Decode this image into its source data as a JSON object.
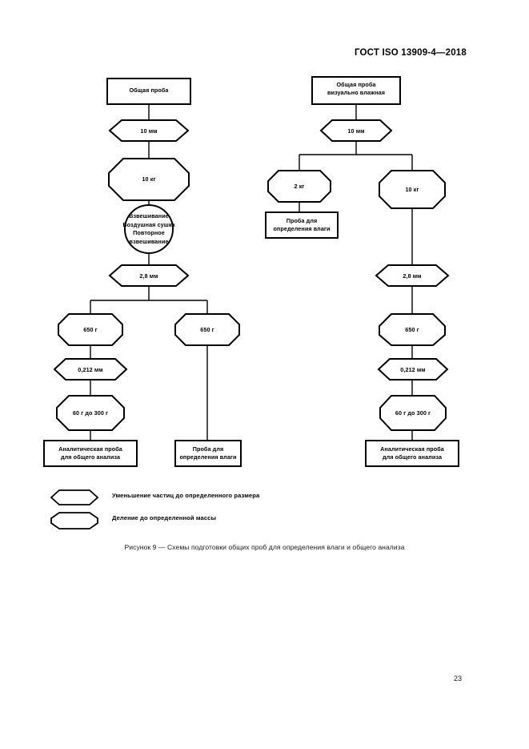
{
  "document": {
    "header": "ГОСТ ISO 13909-4—2018",
    "page_number": "23",
    "caption": "Рисунок 9 — Схемы подготовки общих проб для определения влаги и общего анализа"
  },
  "colors": {
    "stroke": "#000000",
    "fill": "#ffffff",
    "text": "#000000",
    "caption_text": "#1a1a1a"
  },
  "diagram": {
    "left_scheme": {
      "nodes": {
        "gross_sample": "Общая проба",
        "crush_10mm": "10 мм",
        "divide_10kg": "10 кг",
        "weigh_dry_reweigh": "Взвешивание\nВоздушная сушка\nПовторное\nвзвешивание",
        "crush_28mm": "2,8 мм",
        "divide_650g_left": "650 г",
        "divide_650g_right": "650 г",
        "crush_0212mm": "0,212 мм",
        "divide_60_300g": "60 г до 300 г",
        "analysis_sample": "Аналитическая проба\nдля общего анализа",
        "moisture_sample": "Проба для\nопределения влаги"
      }
    },
    "right_scheme": {
      "nodes": {
        "gross_sample_wet": "Общая проба\nвизуально влажная",
        "crush_10mm": "10 мм",
        "divide_2kg": "2 кг",
        "divide_10kg": "10 кг",
        "moisture_sample": "Проба для\nопределения влаги",
        "crush_28mm": "2,8 мм",
        "divide_650g": "650 г",
        "crush_0212mm": "0,212 мм",
        "divide_60_300g": "60 г до 300 г",
        "analysis_sample": "Аналитическая проба\nдля общего анализа"
      }
    }
  },
  "legend": {
    "items": [
      {
        "shape": "hexagon",
        "label": "Уменьшение частиц до определенного размера"
      },
      {
        "shape": "rounded-rect",
        "label": "Деление  до определенной массы"
      }
    ]
  }
}
